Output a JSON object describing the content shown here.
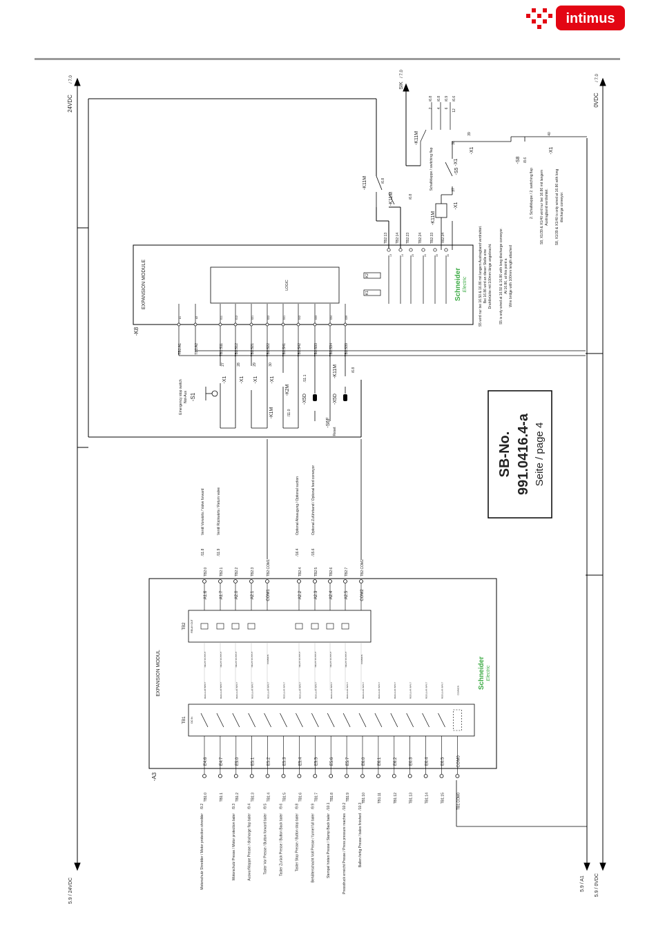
{
  "brand": {
    "logo_text": "intimus",
    "color": "#e30613"
  },
  "rails": {
    "left_top": "24VDC",
    "left_top_ref": "/ 7.0",
    "left_bottom": "5.9 / 24VDC",
    "sik": "SIK",
    "sik_ref": "/ 7.0",
    "right_top": "0VDC",
    "right_top_ref": "/ 7.0",
    "a1": "5.9 / A1",
    "zero_bottom": "5.9 / 0VDC"
  },
  "title_block": {
    "line1": "SB-No.",
    "line2": "991.0416.4-a",
    "line3": "Seite / page 4"
  },
  "k8": {
    "label": "-K8",
    "title": "EXPANSION MODULE",
    "logic": "LOGIC",
    "k1": "K1",
    "k2": "K2",
    "terminals": [
      "TB1:A1",
      "TB1:A2",
      "TB1:S11",
      "TB1:S12",
      "TB1:S21",
      "TB1:S22",
      "TB1:S41",
      "TB1:S42",
      "TB1:S33",
      "TB1:S34",
      "TB1:S39"
    ],
    "pins": [
      "A1",
      "A2",
      "S11",
      "S12",
      "S21",
      "S22",
      "S41",
      "S42",
      "S33",
      "S34",
      "S39"
    ],
    "out_terminals": [
      "TB2:13",
      "TB2:14",
      "TB2:23",
      "TB2:24",
      "TB2:33",
      "TB2:34"
    ],
    "out_pins": [
      "13",
      "14",
      "23",
      "24",
      "33",
      "34"
    ]
  },
  "a3": {
    "label": "-A3",
    "title": "EXPANSION MODUL",
    "tb1": "TB1",
    "tb1_sub": "DC IN",
    "tb2": "TB2",
    "tb2_sub": "RELAY OUT",
    "inputs": [
      {
        "addr": "E4.6",
        "term": "TB1:0",
        "desc": "Motorschutz Shredder / Motor protection shredder",
        "ref": "/9.2"
      },
      {
        "addr": "E4.7",
        "term": "TB1:1",
        "desc": "",
        "ref": ""
      },
      {
        "addr": "E5.0",
        "term": "TB1:2",
        "desc": "Motorschutz Presse / Motor protection baler",
        "ref": "/9.3"
      },
      {
        "addr": "E5.1",
        "term": "TB1:3",
        "desc": "Auswurfklappe Presse / discharge flap baler",
        "ref": "/9.4"
      },
      {
        "addr": "E5.2",
        "term": "TB1:4",
        "desc": "Taster Vor Presse / Button forward baler",
        "ref": "/9.5"
      },
      {
        "addr": "E5.3",
        "term": "TB1:5",
        "desc": "Taster Zurück Presse / Button Back baler",
        "ref": "/9.6"
      },
      {
        "addr": "E5.4",
        "term": "TB1:6",
        "desc": "Taster Stop Presse / Button stop baler",
        "ref": "/9.8"
      },
      {
        "addr": "E5.5",
        "term": "TB1:7",
        "desc": "Behälterschacht Voll Presse / funnel full baler",
        "ref": "/9.9"
      },
      {
        "addr": "E5.6",
        "term": "TB1:8",
        "desc": "Stempel hinten Presse / Stamp Back baler",
        "ref": "/10.1"
      },
      {
        "addr": "E5.7",
        "term": "TB1:9",
        "desc": "Pressdruck erreicht Presse / Press pressure reaches",
        "ref": "/10.2"
      },
      {
        "addr": "E6.0",
        "term": "TB1:10",
        "desc": "Ballen fertig Presse / bales finished",
        "ref": "/10.3"
      },
      {
        "addr": "E6.1",
        "term": "TB1:11",
        "desc": "",
        "ref": ""
      },
      {
        "addr": "E6.2",
        "term": "TB1:12",
        "desc": "",
        "ref": ""
      },
      {
        "addr": "E6.3",
        "term": "TB1:13",
        "desc": "",
        "ref": ""
      },
      {
        "addr": "E6.4",
        "term": "TB1:14",
        "desc": "",
        "ref": ""
      },
      {
        "addr": "E6.5",
        "term": "TB1:15",
        "desc": "",
        "ref": ""
      },
      {
        "addr": "COM0",
        "term": "TB1:COM0",
        "desc": "",
        "ref": ""
      }
    ],
    "input_tag": "REGULAR INPUT",
    "input_com_tag": "COMMON",
    "outputs": [
      {
        "addr": "A1.6",
        "term": "TB2:0",
        "ref": "/11.8",
        "desc": "Ventil Vorwärts / Valve forward"
      },
      {
        "addr": "A1.7",
        "term": "TB2:1",
        "ref": "/11.9",
        "desc": "Ventil Rückwärts / Return valve"
      },
      {
        "addr": "A2.0",
        "term": "TB2:2",
        "ref": "",
        "desc": ""
      },
      {
        "addr": "A2.1",
        "term": "TB2:3",
        "ref": "",
        "desc": ""
      },
      {
        "addr": "COM1",
        "term": "TB2:COM1",
        "ref": "",
        "desc": ""
      },
      {
        "addr": "A2.2",
        "term": "TB2:4",
        "ref": "/16.4",
        "desc": "Optional Absaugung / Optional suction"
      },
      {
        "addr": "A2.3",
        "term": "TB2:5",
        "ref": "/15.6",
        "desc": "Optional Zuführband / Optional feed conveyor"
      },
      {
        "addr": "A2.4",
        "term": "TB2:6",
        "ref": "",
        "desc": ""
      },
      {
        "addr": "A2.5",
        "term": "TB2:7",
        "ref": "",
        "desc": ""
      },
      {
        "addr": "COM2",
        "term": "TB2:COM2",
        "ref": "",
        "desc": ""
      }
    ],
    "output_tag": "RELAY OUTPUT",
    "output_com_tag": "COMMON"
  },
  "schneider": {
    "name": "Schneider",
    "sub": "Electric",
    "color": "#3dab45"
  },
  "devices": {
    "s1": "-S1",
    "s1_note1": "Emergency stop switch",
    "s1_note2": "Not-Aus",
    "x1": "-X1",
    "k1m": "-K1M",
    "k1m_ref": "/11.0",
    "k2m": "-K2M",
    "k2m_ref": "/11.1",
    "x5d": "-X5D",
    "x5d_b": "-X5D",
    "s6f": "-S6F",
    "s6f_note": "Reset",
    "k11m": "-K11M",
    "k11m_ref": "/6.8",
    "x1_nums": [
      "27",
      "28",
      "29",
      "30"
    ],
    "s5": "-S5",
    "s5_note": "Schaltklappe / switching flap",
    "s8": "-S8",
    "s8_note": "2. Schaltklappe / 2. switching flap",
    "s8_ref": "/8.6",
    "x1_r": [
      "37",
      "38",
      "39",
      "40"
    ],
    "k11m_coil_refs": [
      "2",
      "/6.8",
      "4",
      "/6.8",
      "6",
      "/6.9",
      "12",
      "/6.6"
    ]
  },
  "notes": {
    "n1": [
      "S5 wird nur bei 16.50 & 16.86 mit langem Austragband verdrahtet.",
      "Bei 16.86 wird an dieser Stelle eine",
      "Drahtbrücke mit 100mm länge angebracht.",
      "",
      "S5 is only wired at 16.50 & 16.86 with long discharge conveyor.",
      "At 16.86, at this point a",
      "Wire bridge with 100mm length attached"
    ],
    "n2": [
      "S8, X1/39 & X1/40 wird nur bei 16.86 mit langem",
      "Austragband verdrahtet.",
      "",
      "S8, X1/39 & X1/40 is only wired at 16.86 with long",
      "discharge conveyor."
    ]
  }
}
